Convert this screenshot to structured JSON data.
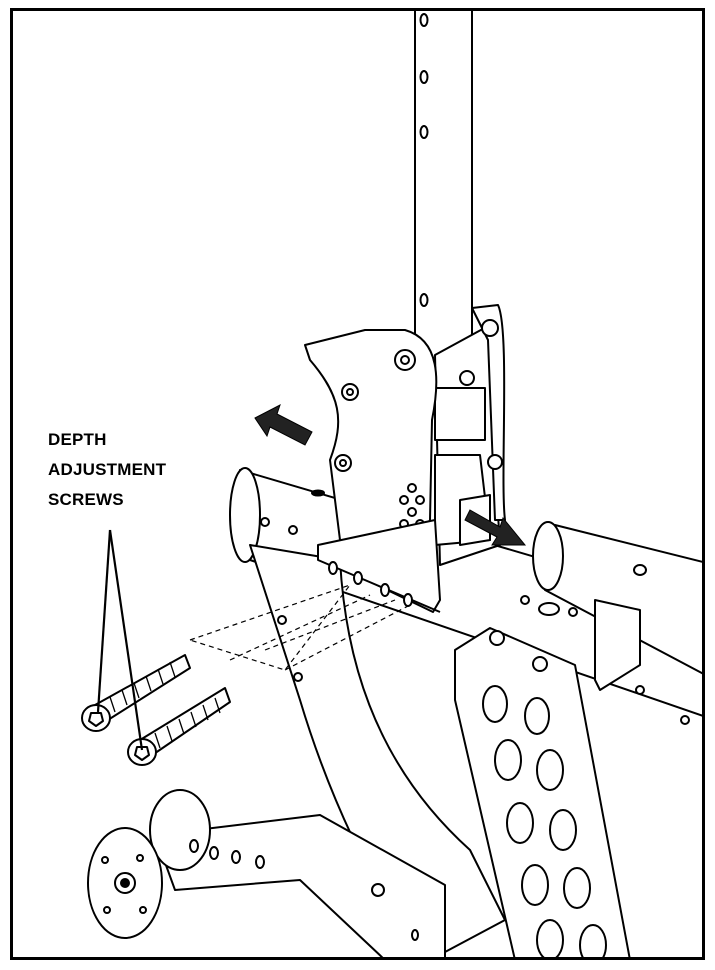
{
  "diagram": {
    "callout_lines": [
      "DEPTH",
      "ADJUSTMENT",
      "SCREWS"
    ],
    "line_color": "#000000",
    "arrow_color": "#1a1a1a",
    "background": "#ffffff"
  }
}
